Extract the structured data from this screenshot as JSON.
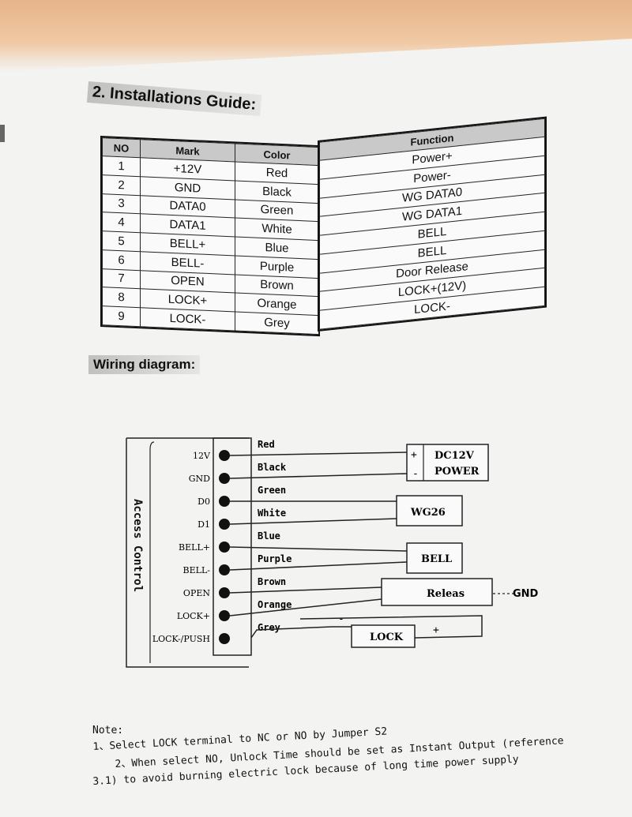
{
  "installation": {
    "title": "2. Installations Guide:",
    "headers": {
      "no": "NO",
      "mark": "Mark",
      "color": "Color",
      "function": "Function"
    },
    "rows": [
      {
        "no": "1",
        "mark": "+12V",
        "color": "Red",
        "function": "Power+"
      },
      {
        "no": "2",
        "mark": "GND",
        "color": "Black",
        "function": "Power-"
      },
      {
        "no": "3",
        "mark": "DATA0",
        "color": "Green",
        "function": "WG DATA0"
      },
      {
        "no": "4",
        "mark": "DATA1",
        "color": "White",
        "function": "WG DATA1"
      },
      {
        "no": "5",
        "mark": "BELL+",
        "color": "Blue",
        "function": "BELL"
      },
      {
        "no": "6",
        "mark": "BELL-",
        "color": "Purple",
        "function": "BELL"
      },
      {
        "no": "7",
        "mark": "OPEN",
        "color": "Brown",
        "function": "Door Release"
      },
      {
        "no": "8",
        "mark": "LOCK+",
        "color": "Orange",
        "function": "LOCK+(12V)"
      },
      {
        "no": "9",
        "mark": "LOCK-",
        "color": "Grey",
        "function": "LOCK-"
      }
    ]
  },
  "wiring": {
    "title": "Wiring diagram:",
    "controller_label": "Access Control",
    "terminals": [
      "12V",
      "GND",
      "D0",
      "D1",
      "BELL+",
      "BELL-",
      "OPEN",
      "LOCK+",
      "LOCK-/PUSH"
    ],
    "wire_labels": [
      "Red",
      "Black",
      "Green",
      "White",
      "Blue",
      "Purple",
      "Brown",
      "Orange",
      "Grey"
    ],
    "power_box": {
      "line1": "DC12V",
      "line2": "POWER",
      "plus": "+",
      "minus": "-"
    },
    "wg_box": "WG26",
    "bell_box": "BELL",
    "release_box": "Releas",
    "gnd_label": "GND",
    "lock_box": "LOCK",
    "lock_minus": "-",
    "lock_plus": "+"
  },
  "notes": {
    "heading": "Note:",
    "line1": "1、Select LOCK terminal to NC or NO by Jumper S2",
    "line2": "2、When select NO, Unlock Time should be set as Instant Output (reference",
    "line3": "3.1) to avoid burning electric lock because of long time power supply"
  }
}
